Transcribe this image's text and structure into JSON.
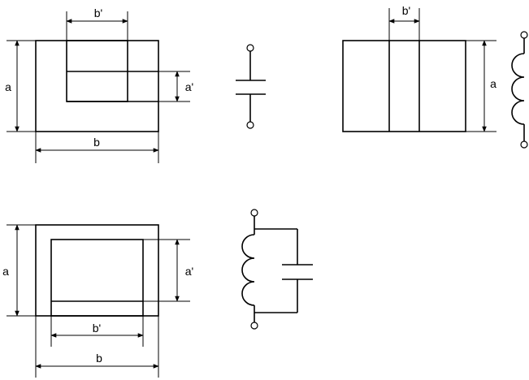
{
  "labels": {
    "top_left_b_prime": "b'",
    "top_left_a": "a",
    "top_left_a_prime": "a'",
    "top_left_b": "b",
    "top_right_b_prime": "b'",
    "top_right_a": "a",
    "bottom_left_a": "a",
    "bottom_left_a_prime": "a'",
    "bottom_left_b_prime": "b'",
    "bottom_left_b": "b"
  },
  "symbols": {
    "top_capacitor": "capacitor-icon",
    "top_inductor": "inductor-icon",
    "bottom_lc_circuit": "lc-parallel-circuit-icon"
  }
}
